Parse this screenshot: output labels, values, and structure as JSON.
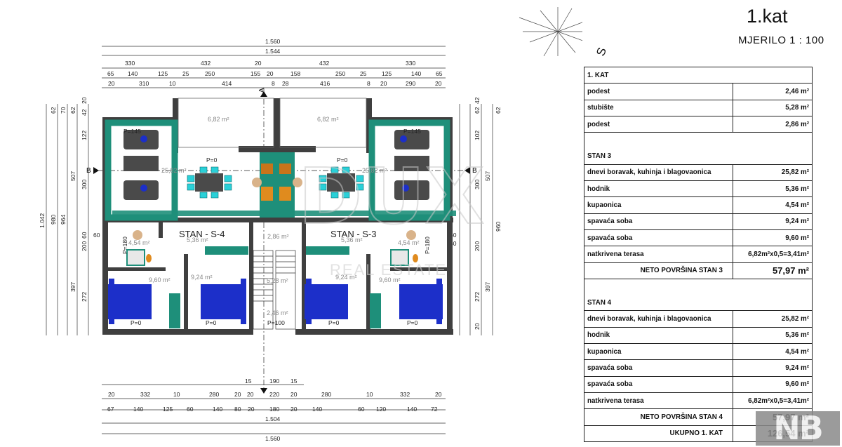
{
  "header": {
    "title": "1.kat",
    "scale": "MJERILO 1 : 100",
    "north_label": "S"
  },
  "plan": {
    "apartments": {
      "left": "STAN - S-4",
      "right": "STAN - S-3"
    },
    "areas": {
      "terrace_l": "6,82 m²",
      "terrace_r": "6,82 m²",
      "living_l": "25,82 m²",
      "living_r": "25,82 m²",
      "hall_l": "5,36 m²",
      "hall_r": "5,36 m²",
      "bath_l": "4,54 m²",
      "bath_r": "4,54 m²",
      "podest_mid": "2,86 m²",
      "stair": "5,28 m²",
      "podest_low": "2,46 m²",
      "bed1_l": "9,60 m²",
      "bed2_l": "9,24 m²",
      "bed2_r": "9,24 m²",
      "bed1_r": "9,60 m²"
    },
    "labels": {
      "p0": "P=0",
      "p145": "P=145",
      "p100": "P=100",
      "p180": "P=180",
      "section_a": "A",
      "section_b": "B"
    },
    "dims_top": {
      "r1": [
        "1.560"
      ],
      "r2": [
        "1.544"
      ],
      "r3": [
        "330",
        "432",
        "20",
        "432",
        "330"
      ],
      "r4": [
        "65",
        "140",
        "125",
        "25",
        "250",
        "155",
        "20",
        "158",
        "250",
        "25",
        "125",
        "140",
        "65"
      ],
      "r5": [
        "20",
        "310",
        "10",
        "414",
        "8",
        "28",
        "416",
        "8",
        "20",
        "290",
        "20"
      ]
    },
    "dims_bottom": {
      "r1": [
        "20",
        "332",
        "10",
        "280",
        "20",
        "20",
        "220",
        "20",
        "280",
        "10",
        "332",
        "20"
      ],
      "r2": [
        "15",
        "190",
        "15"
      ],
      "r3": [
        "67",
        "140",
        "125",
        "60",
        "140",
        "80",
        "20",
        "180",
        "20",
        "140",
        "60",
        "120",
        "140",
        "72"
      ],
      "r4": [
        "1.504"
      ],
      "r5": [
        "1.560"
      ]
    },
    "dims_left": [
      "1.042",
      "980",
      "964",
      "62",
      "70",
      "62",
      "507",
      "397",
      "300",
      "272",
      "122",
      "60",
      "200",
      "20",
      "60",
      "42"
    ],
    "dims_right": [
      "62",
      "62",
      "507",
      "960",
      "300",
      "272",
      "397",
      "102",
      "60",
      "200",
      "20",
      "60",
      "42"
    ],
    "watermark": {
      "big": "DUX",
      "small": "REAL ESTATE"
    }
  },
  "table": {
    "header": "1. KAT",
    "common": [
      {
        "name": "podest",
        "value": "2,46 m²"
      },
      {
        "name": "stubište",
        "value": "5,28 m²"
      },
      {
        "name": "podest",
        "value": "2,86 m²"
      }
    ],
    "stan3": {
      "title": "STAN 3",
      "rows": [
        {
          "name": "dnevi boravak, kuhinja i blagovaonica",
          "value": "25,82 m²"
        },
        {
          "name": "hodnik",
          "value": "5,36 m²"
        },
        {
          "name": "kupaonica",
          "value": "4,54 m²"
        },
        {
          "name": "spavaća soba",
          "value": "9,24 m²"
        },
        {
          "name": "spavaća soba",
          "value": "9,60 m²"
        },
        {
          "name": "natkrivena terasa",
          "value": "6,82m²x0,5=3,41m²"
        }
      ],
      "total_label": "NETO POVRŠINA STAN 3",
      "total_value": "57,97 m²"
    },
    "stan4": {
      "title": "STAN 4",
      "rows": [
        {
          "name": "dnevi boravak, kuhinja i blagovaonica",
          "value": "25,82 m²"
        },
        {
          "name": "hodnik",
          "value": "5,36 m²"
        },
        {
          "name": "kupaonica",
          "value": "4,54 m²"
        },
        {
          "name": "spavaća soba",
          "value": "9,24 m²"
        },
        {
          "name": "spavaća soba",
          "value": "9,60 m²"
        },
        {
          "name": "natkrivena terasa",
          "value": "6,82m²x0,5=3,41m²"
        }
      ],
      "total_label": "NETO POVRŠINA STAN 4",
      "total_value": "57,97 m²"
    },
    "grand_total_label": "UKUPNO 1. KAT",
    "grand_total_value": "126,54 m²"
  },
  "logo": "NB",
  "colors": {
    "wall": "#3f3f3f",
    "floor_green": "#1e8f7a",
    "bed_blue": "#1c2fc9",
    "cyan": "#2ad0d8",
    "orange": "#e08b1e"
  }
}
